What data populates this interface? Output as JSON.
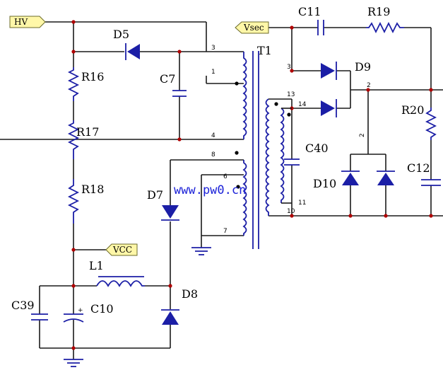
{
  "colors": {
    "wire": "#1a1a1a",
    "component": "#1b1ea6",
    "junction": "#b00000",
    "net_tag_fill": "#fff7a8",
    "watermark": "#1c22d8"
  },
  "net_tags": {
    "hv": "HV",
    "vsec": "Vsec",
    "vcc": "VCC"
  },
  "components": {
    "d5": "D5",
    "c7": "C7",
    "r16": "R16",
    "r17": "R17",
    "r18": "R18",
    "t1": "T1",
    "d7": "D7",
    "d8": "D8",
    "l1": "L1",
    "c39": "C39",
    "c10": "C10",
    "c11": "C11",
    "r19": "R19",
    "d9": "D9",
    "r20": "R20",
    "c40": "C40",
    "d10": "D10",
    "c12": "C12"
  },
  "pins": {
    "p3": "3",
    "p1": "1",
    "p4": "4",
    "p8": "8",
    "p6": "6",
    "p7": "7",
    "s3": "3",
    "s13": "13",
    "s14": "14",
    "s11": "11",
    "s10": "10",
    "d9_2": "2",
    "d10_2": "2",
    "plus": "+"
  },
  "watermark": "www.pw0.cn"
}
